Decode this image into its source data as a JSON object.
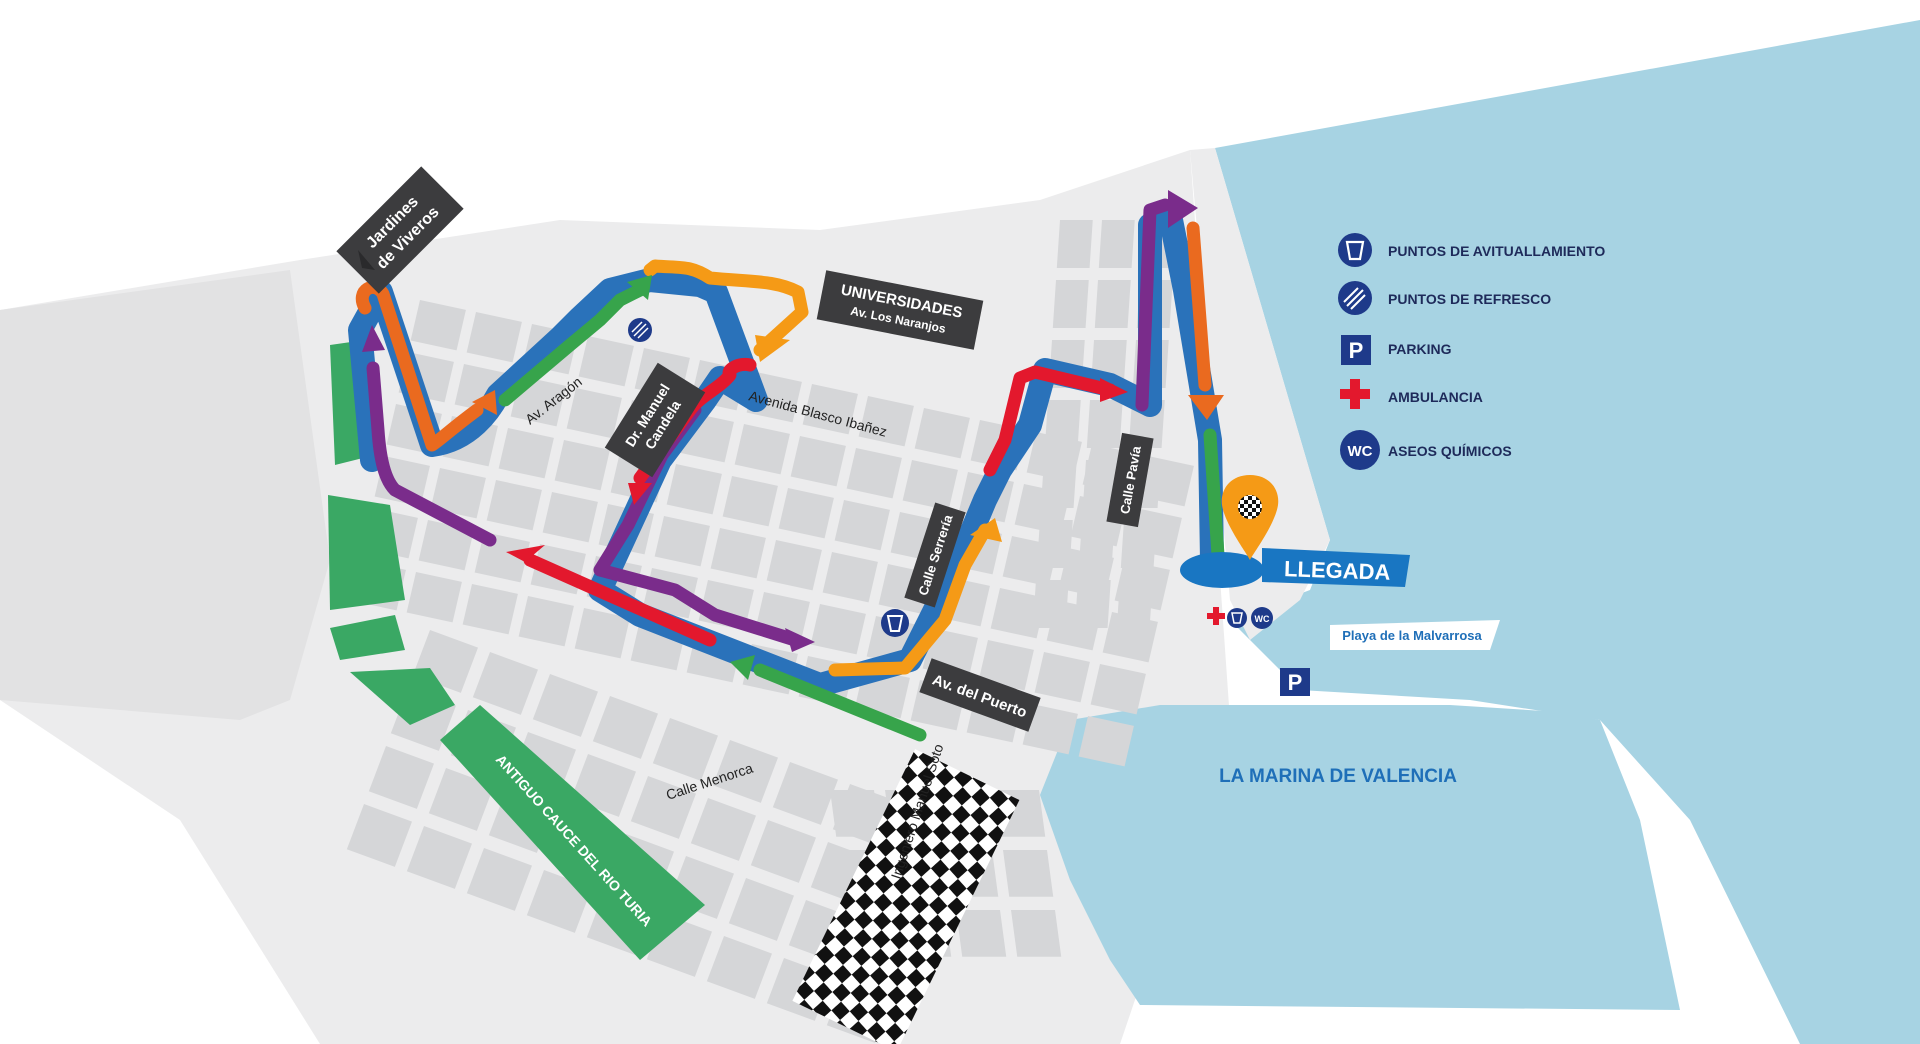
{
  "colors": {
    "sea": "#a7d3e3",
    "block": "#d5d6d8",
    "block_light": "#e6e6e7",
    "park": "#3aa864",
    "road": "#ffffff",
    "route_blue": "#2a72ba",
    "route_orange": "#f59a16",
    "route_orange_dark": "#ea6a1f",
    "route_red": "#e3182d",
    "route_purple": "#7a2c8b",
    "route_green": "#37a44b",
    "flag_dark": "#3c3c3e",
    "legend_blue": "#1e3a8a",
    "finish_blue": "#1976c2",
    "marina_text": "#1f6fb8"
  },
  "streets": {
    "jardines_line1": "Jardines",
    "jardines_line2": "de Viveros",
    "universidades_line1": "UNIVERSIDADES",
    "universidades_line2": "Av. Los Naranjos",
    "dr_candela_line1": "Dr. Manuel",
    "dr_candela_line2": "Candela",
    "av_aragon": "Av. Aragón",
    "blasco_ibanez": "Avenida Blasco Ibañez",
    "calle_serreria": "Calle Serrería",
    "calle_pavia": "Calle Pavía",
    "av_puerto": "Av. del Puerto",
    "calle_menorca": "Calle Menorca",
    "ingeniero_manuel_soto": "Ingeniero Manuel Soto",
    "antiguo_cauce": "ANTIGUO CAUCE DEL RIO TURIA"
  },
  "places": {
    "llegada": "LLEGADA",
    "playa": "Playa de la Malvarrosa",
    "marina": "LA MARINA DE VALENCIA",
    "parking_symbol": "P",
    "wc_symbol": "WC"
  },
  "legend": {
    "items": [
      {
        "icon": "cup-icon",
        "label": "PUNTOS DE AVITUALLAMIENTO"
      },
      {
        "icon": "shower-icon",
        "label": "PUNTOS DE REFRESCO"
      },
      {
        "icon": "parking-icon",
        "label": "PARKING"
      },
      {
        "icon": "ambulance-cross-icon",
        "label": "AMBULANCIA"
      },
      {
        "icon": "wc-icon",
        "label": "ASEOS QUÍMICOS"
      }
    ]
  }
}
